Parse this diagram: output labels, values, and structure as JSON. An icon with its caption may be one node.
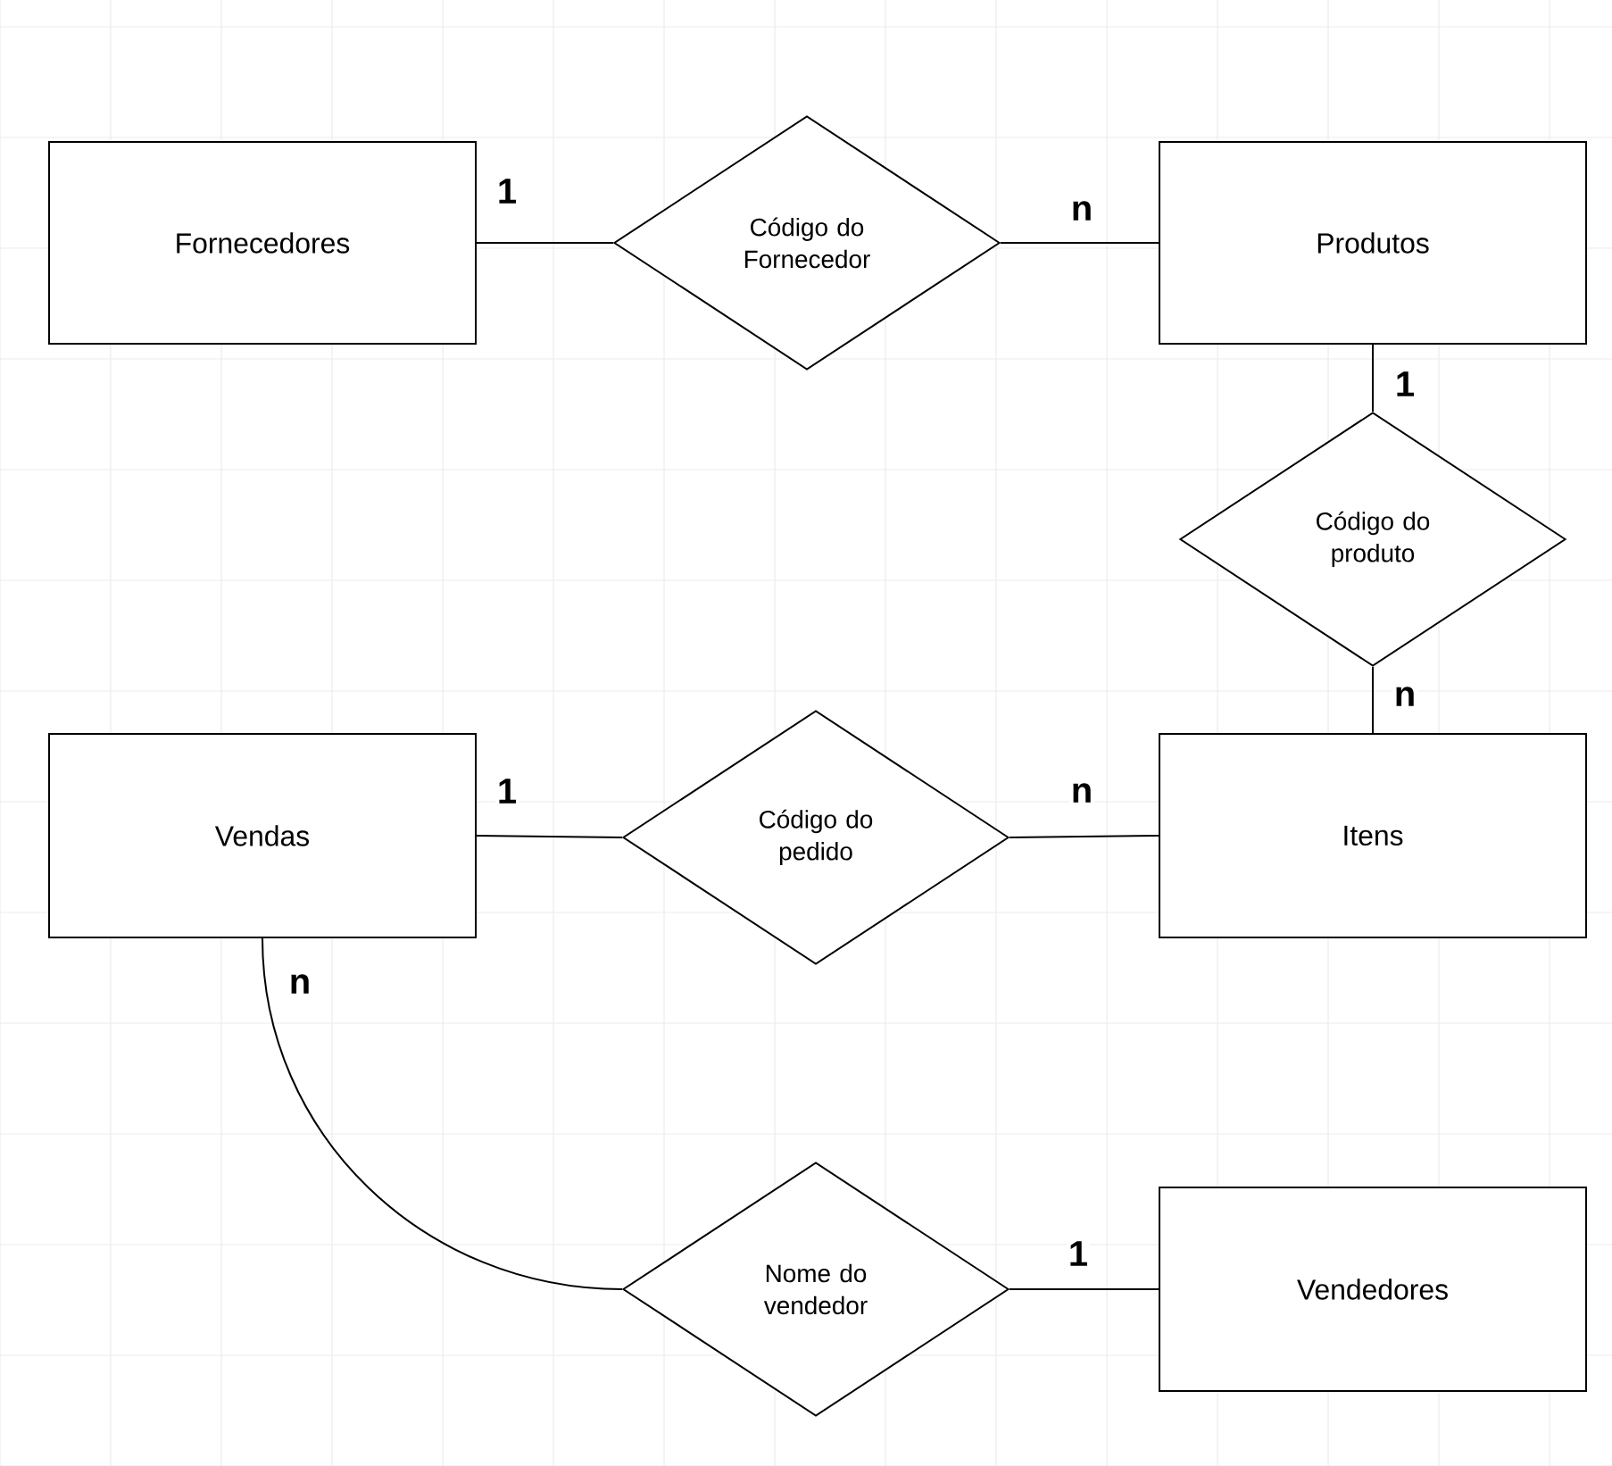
{
  "diagram": {
    "nodes": [
      {
        "text": [
          "Fornecedores"
        ]
      },
      {
        "text": [
          "Código do Fornecedor"
        ]
      },
      {
        "text": [
          "Produtos"
        ]
      },
      {
        "text": [
          "Código do produto"
        ]
      },
      {
        "text": [
          "Vendas"
        ]
      },
      {
        "text": [
          "Código do pedido"
        ]
      },
      {
        "text": [
          "Itens"
        ]
      },
      {
        "text": [
          "Nome do vendedor"
        ]
      },
      {
        "text": [
          "Vendedores"
        ]
      }
    ],
    "edges": [
      {
        "from": 0,
        "to": 1,
        "arrow": "none",
        "label": "1"
      },
      {
        "from": 1,
        "to": 2,
        "arrow": "none",
        "label": "n"
      },
      {
        "from": 2,
        "to": 3,
        "arrow": "none",
        "label": "1"
      },
      {
        "from": 3,
        "to": 6,
        "arrow": "none",
        "label": "n"
      },
      {
        "from": 4,
        "to": 5,
        "arrow": "none",
        "label": "1"
      },
      {
        "from": 5,
        "to": 6,
        "arrow": "none",
        "label": "n"
      },
      {
        "from": 4,
        "to": 7,
        "arrow": "none",
        "label": "n"
      },
      {
        "from": 7,
        "to": 8,
        "arrow": "none",
        "label": "1"
      }
    ]
  }
}
